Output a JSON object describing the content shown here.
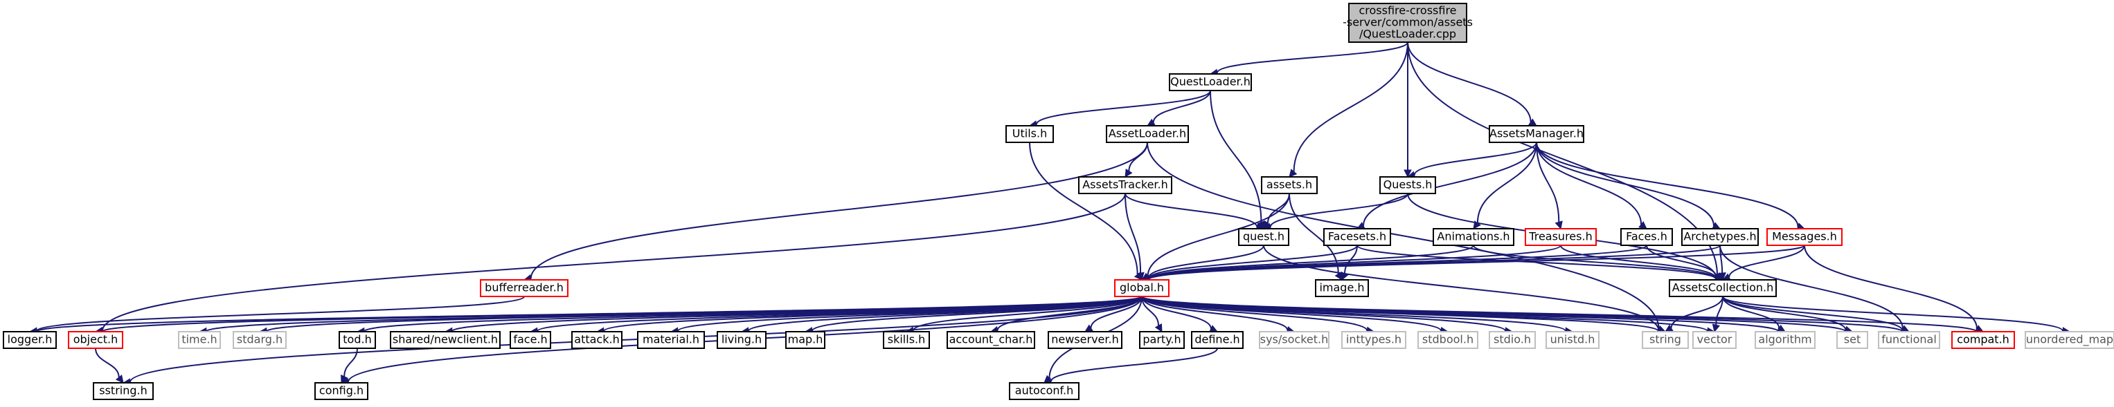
{
  "diagram": {
    "nodes": [
      {
        "id": "root",
        "lines": [
          "crossfire-crossfire",
          "-server/common/assets",
          "/QuestLoader.cpp"
        ],
        "style": "root"
      },
      {
        "id": "questloader_h",
        "lines": [
          "QuestLoader.h"
        ],
        "style": "normal"
      },
      {
        "id": "utils_h",
        "lines": [
          "Utils.h"
        ],
        "style": "normal"
      },
      {
        "id": "assetloader_h",
        "lines": [
          "AssetLoader.h"
        ],
        "style": "normal"
      },
      {
        "id": "assetstracker_h",
        "lines": [
          "AssetsTracker.h"
        ],
        "style": "normal"
      },
      {
        "id": "bufferreader_h",
        "lines": [
          "bufferreader.h"
        ],
        "style": "red"
      },
      {
        "id": "assets_h",
        "lines": [
          "assets.h"
        ],
        "style": "normal"
      },
      {
        "id": "quest_h",
        "lines": [
          "quest.h"
        ],
        "style": "normal"
      },
      {
        "id": "quests_h",
        "lines": [
          "Quests.h"
        ],
        "style": "normal"
      },
      {
        "id": "assetsmanager_h",
        "lines": [
          "AssetsManager.h"
        ],
        "style": "normal"
      },
      {
        "id": "facesets_h",
        "lines": [
          "Facesets.h"
        ],
        "style": "normal"
      },
      {
        "id": "animations_h",
        "lines": [
          "Animations.h"
        ],
        "style": "normal"
      },
      {
        "id": "treasures_h",
        "lines": [
          "Treasures.h"
        ],
        "style": "red"
      },
      {
        "id": "faces_h",
        "lines": [
          "Faces.h"
        ],
        "style": "normal"
      },
      {
        "id": "archetypes_h",
        "lines": [
          "Archetypes.h"
        ],
        "style": "normal"
      },
      {
        "id": "messages_h",
        "lines": [
          "Messages.h"
        ],
        "style": "red"
      },
      {
        "id": "global_h",
        "lines": [
          "global.h"
        ],
        "style": "red"
      },
      {
        "id": "image_h",
        "lines": [
          "image.h"
        ],
        "style": "normal"
      },
      {
        "id": "assetscollection_h",
        "lines": [
          "AssetsCollection.h"
        ],
        "style": "normal"
      },
      {
        "id": "logger_h",
        "lines": [
          "logger.h"
        ],
        "style": "normal"
      },
      {
        "id": "object_h",
        "lines": [
          "object.h"
        ],
        "style": "red"
      },
      {
        "id": "time_h",
        "lines": [
          "time.h"
        ],
        "style": "gray"
      },
      {
        "id": "stdarg_h",
        "lines": [
          "stdarg.h"
        ],
        "style": "gray"
      },
      {
        "id": "tod_h",
        "lines": [
          "tod.h"
        ],
        "style": "normal"
      },
      {
        "id": "shared_newclient_h",
        "lines": [
          "shared/newclient.h"
        ],
        "style": "normal"
      },
      {
        "id": "face_h",
        "lines": [
          "face.h"
        ],
        "style": "normal"
      },
      {
        "id": "attack_h",
        "lines": [
          "attack.h"
        ],
        "style": "normal"
      },
      {
        "id": "material_h",
        "lines": [
          "material.h"
        ],
        "style": "normal"
      },
      {
        "id": "living_h",
        "lines": [
          "living.h"
        ],
        "style": "normal"
      },
      {
        "id": "map_h",
        "lines": [
          "map.h"
        ],
        "style": "normal"
      },
      {
        "id": "skills_h",
        "lines": [
          "skills.h"
        ],
        "style": "normal"
      },
      {
        "id": "account_char_h",
        "lines": [
          "account_char.h"
        ],
        "style": "normal"
      },
      {
        "id": "newserver_h",
        "lines": [
          "newserver.h"
        ],
        "style": "normal"
      },
      {
        "id": "party_h",
        "lines": [
          "party.h"
        ],
        "style": "normal"
      },
      {
        "id": "define_h",
        "lines": [
          "define.h"
        ],
        "style": "normal"
      },
      {
        "id": "sys_socket_h",
        "lines": [
          "sys/socket.h"
        ],
        "style": "gray"
      },
      {
        "id": "inttypes_h",
        "lines": [
          "inttypes.h"
        ],
        "style": "gray"
      },
      {
        "id": "stdbool_h",
        "lines": [
          "stdbool.h"
        ],
        "style": "gray"
      },
      {
        "id": "stdio_h",
        "lines": [
          "stdio.h"
        ],
        "style": "gray"
      },
      {
        "id": "unistd_h",
        "lines": [
          "unistd.h"
        ],
        "style": "gray"
      },
      {
        "id": "string",
        "lines": [
          "string"
        ],
        "style": "gray"
      },
      {
        "id": "vector",
        "lines": [
          "vector"
        ],
        "style": "gray"
      },
      {
        "id": "algorithm",
        "lines": [
          "algorithm"
        ],
        "style": "gray"
      },
      {
        "id": "set",
        "lines": [
          "set"
        ],
        "style": "gray"
      },
      {
        "id": "functional",
        "lines": [
          "functional"
        ],
        "style": "gray"
      },
      {
        "id": "compat_h",
        "lines": [
          "compat.h"
        ],
        "style": "red"
      },
      {
        "id": "unordered_map",
        "lines": [
          "unordered_map"
        ],
        "style": "gray"
      },
      {
        "id": "sstring_h",
        "lines": [
          "sstring.h"
        ],
        "style": "normal"
      },
      {
        "id": "config_h",
        "lines": [
          "config.h"
        ],
        "style": "normal"
      },
      {
        "id": "autoconf_h",
        "lines": [
          "autoconf.h"
        ],
        "style": "normal"
      }
    ],
    "edges": [
      [
        "root",
        "questloader_h"
      ],
      [
        "root",
        "assets_h"
      ],
      [
        "root",
        "quests_h"
      ],
      [
        "root",
        "assetsmanager_h"
      ],
      [
        "root",
        "assetscollection_h"
      ],
      [
        "questloader_h",
        "utils_h"
      ],
      [
        "questloader_h",
        "assetloader_h"
      ],
      [
        "questloader_h",
        "quest_h"
      ],
      [
        "utils_h",
        "global_h"
      ],
      [
        "assetloader_h",
        "assetstracker_h"
      ],
      [
        "assetloader_h",
        "bufferreader_h"
      ],
      [
        "assetloader_h",
        "string"
      ],
      [
        "assetstracker_h",
        "quest_h"
      ],
      [
        "assetstracker_h",
        "global_h"
      ],
      [
        "assetstracker_h",
        "object_h"
      ],
      [
        "bufferreader_h",
        "logger_h"
      ],
      [
        "assets_h",
        "quest_h"
      ],
      [
        "assets_h",
        "global_h"
      ],
      [
        "assets_h",
        "image_h"
      ],
      [
        "quests_h",
        "quest_h"
      ],
      [
        "quests_h",
        "assetscollection_h"
      ],
      [
        "quest_h",
        "global_h"
      ],
      [
        "quest_h",
        "string"
      ],
      [
        "assetsmanager_h",
        "quests_h"
      ],
      [
        "assetsmanager_h",
        "facesets_h"
      ],
      [
        "assetsmanager_h",
        "animations_h"
      ],
      [
        "assetsmanager_h",
        "treasures_h"
      ],
      [
        "assetsmanager_h",
        "faces_h"
      ],
      [
        "assetsmanager_h",
        "archetypes_h"
      ],
      [
        "assetsmanager_h",
        "messages_h"
      ],
      [
        "facesets_h",
        "global_h"
      ],
      [
        "facesets_h",
        "image_h"
      ],
      [
        "facesets_h",
        "assetscollection_h"
      ],
      [
        "animations_h",
        "global_h"
      ],
      [
        "animations_h",
        "assetscollection_h"
      ],
      [
        "treasures_h",
        "global_h"
      ],
      [
        "treasures_h",
        "assetscollection_h"
      ],
      [
        "faces_h",
        "global_h"
      ],
      [
        "faces_h",
        "assetscollection_h"
      ],
      [
        "archetypes_h",
        "global_h"
      ],
      [
        "archetypes_h",
        "assetscollection_h"
      ],
      [
        "archetypes_h",
        "functional"
      ],
      [
        "messages_h",
        "global_h"
      ],
      [
        "messages_h",
        "assetscollection_h"
      ],
      [
        "messages_h",
        "compat_h"
      ],
      [
        "global_h",
        "logger_h"
      ],
      [
        "global_h",
        "object_h"
      ],
      [
        "global_h",
        "time_h"
      ],
      [
        "global_h",
        "stdarg_h"
      ],
      [
        "global_h",
        "tod_h"
      ],
      [
        "global_h",
        "shared_newclient_h"
      ],
      [
        "global_h",
        "face_h"
      ],
      [
        "global_h",
        "attack_h"
      ],
      [
        "global_h",
        "material_h"
      ],
      [
        "global_h",
        "living_h"
      ],
      [
        "global_h",
        "map_h"
      ],
      [
        "global_h",
        "skills_h"
      ],
      [
        "global_h",
        "account_char_h"
      ],
      [
        "global_h",
        "newserver_h"
      ],
      [
        "global_h",
        "party_h"
      ],
      [
        "global_h",
        "define_h"
      ],
      [
        "global_h",
        "sys_socket_h"
      ],
      [
        "global_h",
        "inttypes_h"
      ],
      [
        "global_h",
        "stdbool_h"
      ],
      [
        "global_h",
        "stdio_h"
      ],
      [
        "global_h",
        "unistd_h"
      ],
      [
        "global_h",
        "string"
      ],
      [
        "global_h",
        "vector"
      ],
      [
        "global_h",
        "algorithm"
      ],
      [
        "global_h",
        "set"
      ],
      [
        "global_h",
        "functional"
      ],
      [
        "global_h",
        "compat_h"
      ],
      [
        "global_h",
        "sstring_h"
      ],
      [
        "global_h",
        "config_h"
      ],
      [
        "global_h",
        "autoconf_h"
      ],
      [
        "assetscollection_h",
        "string"
      ],
      [
        "assetscollection_h",
        "vector"
      ],
      [
        "assetscollection_h",
        "algorithm"
      ],
      [
        "assetscollection_h",
        "set"
      ],
      [
        "assetscollection_h",
        "functional"
      ],
      [
        "assetscollection_h",
        "unordered_map"
      ],
      [
        "object_h",
        "sstring_h"
      ],
      [
        "tod_h",
        "config_h"
      ],
      [
        "define_h",
        "autoconf_h"
      ]
    ],
    "colors": {
      "edge": "#191970",
      "root_fill": "#bfbfbf",
      "node_border": "#000000",
      "red_border": "#ff0000",
      "gray_border": "#bfbfbf",
      "gray_text": "#555555",
      "text": "#000000"
    }
  }
}
